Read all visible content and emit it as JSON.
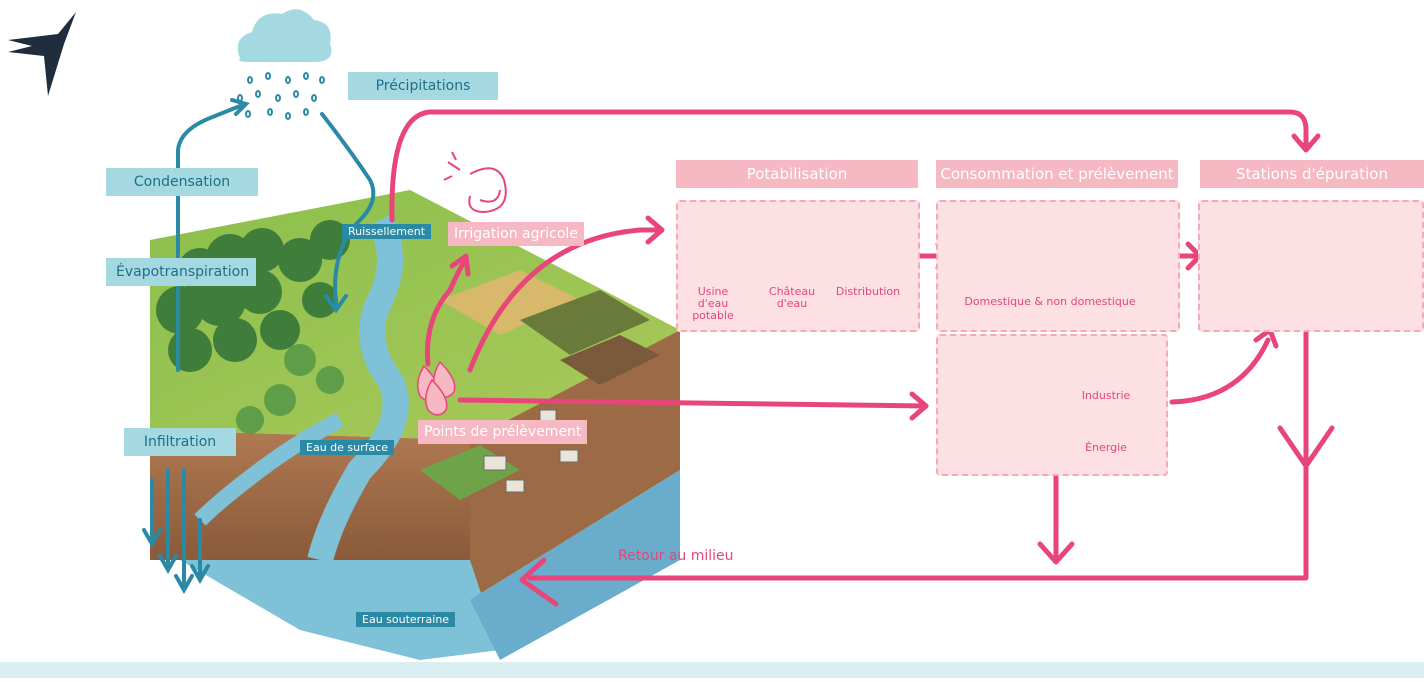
{
  "labels": {
    "precipitations": "Précipitations",
    "condensation": "Condensation",
    "evapotranspiration": "Évapotranspiration",
    "infiltration": "Infiltration",
    "ruissellement": "Ruissellement",
    "irrigation": "Irrigation agricole",
    "eau_surface": "Eau de surface",
    "points_prelevement": "Points de prélèvement",
    "eau_souterraine": "Eau souterraine",
    "retour_milieu": "Retour au milieu"
  },
  "sections": {
    "potabilisation": {
      "title": "Potabilisation",
      "items": [
        "Usine d'eau\npotable",
        "Château\nd'eau",
        "Distribution"
      ]
    },
    "consommation": {
      "title": "Consommation et prélèvement",
      "domestique": "Domestique & non domestique",
      "industrie": "Industrie",
      "energie": "Énergie"
    },
    "stations": {
      "title": "Stations d'épuration"
    }
  },
  "colors": {
    "pink": "#e8457a",
    "pink_light": "#f6b8c2",
    "teal": "#2a8aa6",
    "blue_label": "#a5d9e1"
  },
  "icons": [
    "swallow-icon",
    "cloud-icon",
    "sprinkler-icon",
    "factory-icon",
    "water-tower-icon",
    "faucet-icon",
    "washing-machine-icon",
    "glass-icon",
    "toothbrush-icon",
    "shower-icon",
    "lightning-icon",
    "treatment-basin-icon",
    "water-drops-icon"
  ]
}
